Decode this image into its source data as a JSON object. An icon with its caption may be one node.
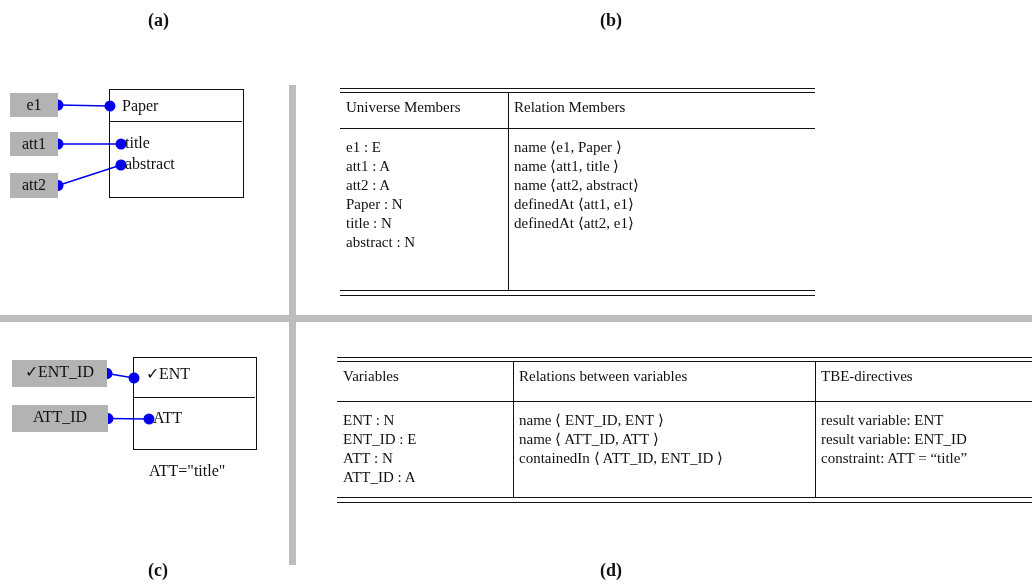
{
  "diagram": {
    "nodes": [
      {
        "text": [
          "e1"
        ]
      },
      {
        "text": [
          "att1"
        ]
      },
      {
        "text": [
          "att2"
        ]
      },
      {
        "text": [],
        "shape": "box"
      },
      {
        "text": [
          "Paper"
        ],
        "in": 3
      },
      {
        "text": [
          "title"
        ],
        "in": 3
      },
      {
        "text": [
          "abstract"
        ],
        "in": 3
      },
      {
        "text": [
          "✓ENT_ID"
        ]
      },
      {
        "text": [
          "ATT_ID"
        ]
      },
      {
        "text": [],
        "shape": "box",
        "beside": [
          "ATT=\"title\""
        ]
      },
      {
        "text": [
          "✓ENT"
        ],
        "in": 9
      },
      {
        "text": [
          "ATT"
        ],
        "in": 9
      }
    ],
    "edges": [
      {
        "from": 0,
        "to": 4,
        "arrow": "other"
      },
      {
        "from": 1,
        "to": 5,
        "arrow": "other"
      },
      {
        "from": 2,
        "to": 6,
        "arrow": "other"
      },
      {
        "from": 7,
        "to": 10,
        "arrow": "other"
      },
      {
        "from": 8,
        "to": 11,
        "arrow": "other"
      }
    ],
    "labels": [
      "(a)",
      "(b)",
      "Universe Members",
      "Relation Members",
      "e1 : E",
      "att1 : A",
      "att2 : A",
      "Paper : N",
      "title : N",
      "abstract : N",
      "name ⟨e1, Paper ⟩",
      "name ⟨att1, title ⟩",
      "name ⟨att2, abstract⟩",
      "definedAt ⟨att1, e1⟩",
      "definedAt ⟨att2, e1⟩",
      "Variables",
      "Relations between variables",
      "TBE-directives",
      "ENT : N",
      "ENT_ID : E",
      "ATT : N",
      "ATT_ID : A",
      "name ⟨ ENT_ID, ENT ⟩",
      "name ⟨ ATT_ID, ATT ⟩",
      "containedIn ⟨ ATT_ID, ENT_ID ⟩",
      "result variable: ENT",
      "result variable: ENT_ID",
      "constraint: ATT = “title”",
      "(c)",
      "(d)"
    ]
  }
}
